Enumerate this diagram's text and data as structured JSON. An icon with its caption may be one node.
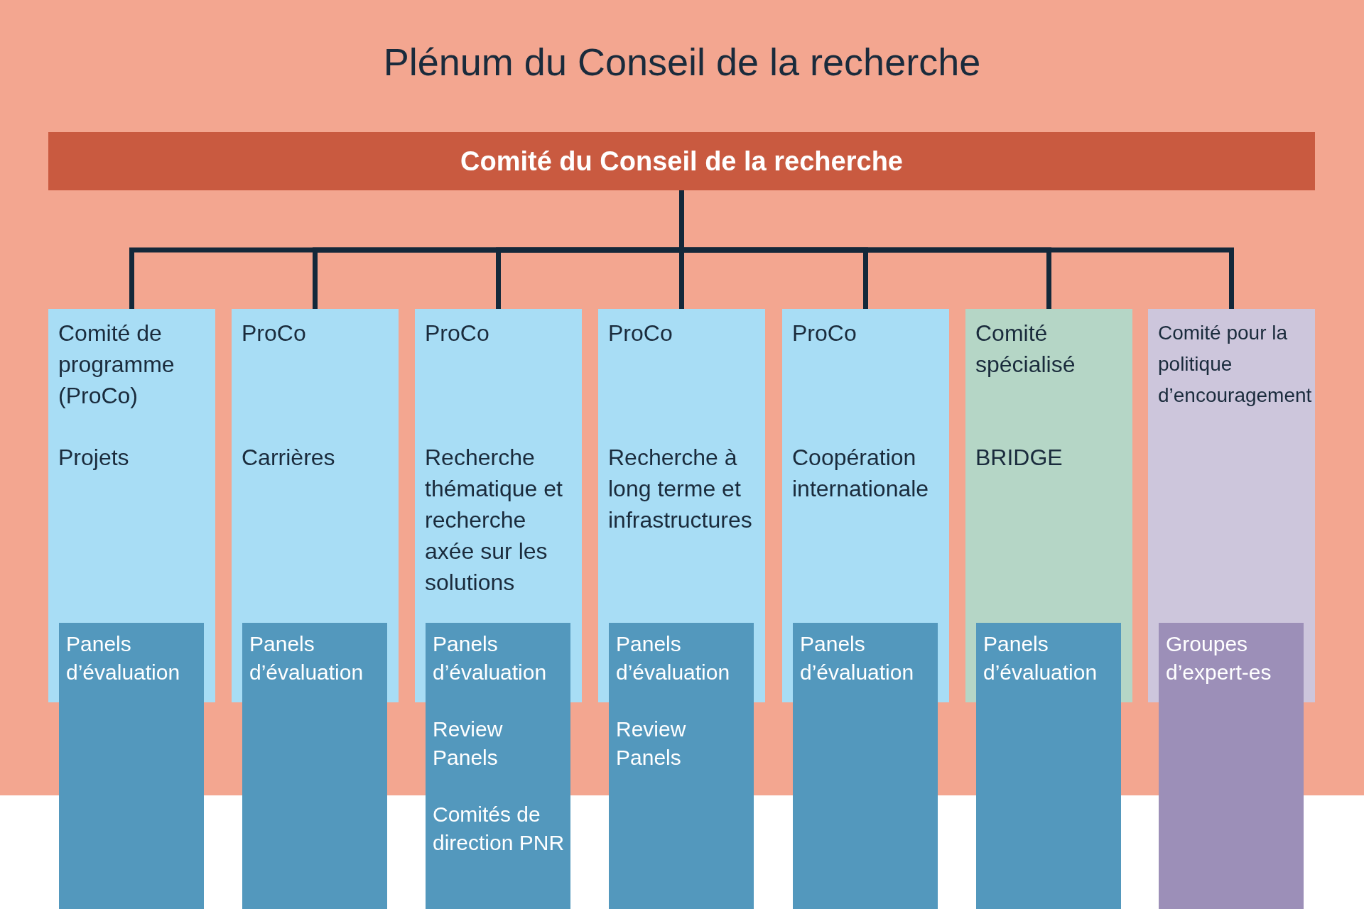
{
  "diagram": {
    "nodes": [
      {
        "text": [
          "Plénum du Conseil de la recherche"
        ]
      },
      {
        "text": [
          "Comité du Conseil de la recherche"
        ],
        "in": 0
      },
      {
        "text": [
          "Comité de programme (ProCo)",
          "Projets"
        ],
        "in": 0
      },
      {
        "text": [
          "ProCo",
          "Carrières"
        ],
        "in": 0
      },
      {
        "text": [
          "ProCo",
          "Recherche thématique et recherche axée sur les solutions"
        ],
        "in": 0
      },
      {
        "text": [
          "ProCo",
          "Recherche à long terme et infrastructures"
        ],
        "in": 0
      },
      {
        "text": [
          "ProCo",
          "Coopération internationale"
        ],
        "in": 0
      },
      {
        "text": [
          "Comité spécialisé",
          "BRIDGE"
        ],
        "in": 0
      },
      {
        "text": [
          "Comité pour la politique d’encouragement"
        ],
        "in": 0
      },
      {
        "text": [
          "Panels d’évaluation"
        ]
      },
      {
        "text": [
          "Panels d’évaluation"
        ]
      },
      {
        "text": [
          "Panels d’évaluation",
          "Review Panels",
          "Comités de direction PNR"
        ]
      },
      {
        "text": [
          "Panels d’évaluation",
          "Review Panels"
        ]
      },
      {
        "text": [
          "Panels d’évaluation"
        ]
      },
      {
        "text": [
          "Panels d’évaluation"
        ]
      },
      {
        "text": [
          "Groupes d’expert-es"
        ]
      }
    ],
    "edges": [
      {
        "from": 1,
        "to": 2,
        "arrow": "none"
      },
      {
        "from": 1,
        "to": 3,
        "arrow": "none"
      },
      {
        "from": 1,
        "to": 4,
        "arrow": "none"
      },
      {
        "from": 1,
        "to": 5,
        "arrow": "none"
      },
      {
        "from": 1,
        "to": 6,
        "arrow": "none"
      },
      {
        "from": 1,
        "to": 7,
        "arrow": "none"
      },
      {
        "from": 1,
        "to": 8,
        "arrow": "none"
      }
    ]
  }
}
